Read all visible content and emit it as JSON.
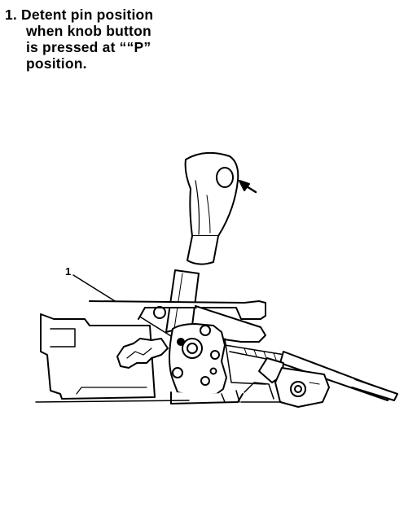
{
  "caption": {
    "line1": "1. Detent pin position",
    "line2": "when knob button",
    "line3": "is pressed at ““P”",
    "line4": "position."
  },
  "callout_number": "1"
}
